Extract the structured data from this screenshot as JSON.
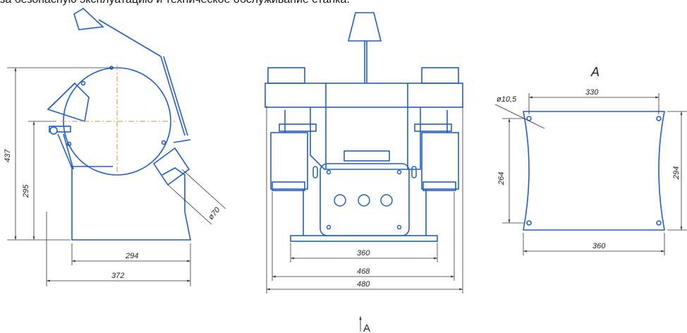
{
  "caption": "за безопасную эксплуатацию и техническое обслуживание станка.",
  "colors": {
    "outline": "#1f5fd1",
    "dimension": "#333333",
    "centerline": "#d9903a"
  },
  "side_view": {
    "height_total": "437",
    "height_axis": "295",
    "base_width": "294",
    "total_width": "372",
    "wheel_dia": "ø70"
  },
  "front_view": {
    "base_width": "360",
    "middle_width": "468",
    "total_width": "480"
  },
  "view_a": {
    "label": "A",
    "hole_dia": "ø10,5",
    "hole_spacing_x": "330",
    "hole_spacing_y": "264",
    "plate_height": "294",
    "plate_width": "360"
  },
  "section_arrow": {
    "label": "A"
  }
}
